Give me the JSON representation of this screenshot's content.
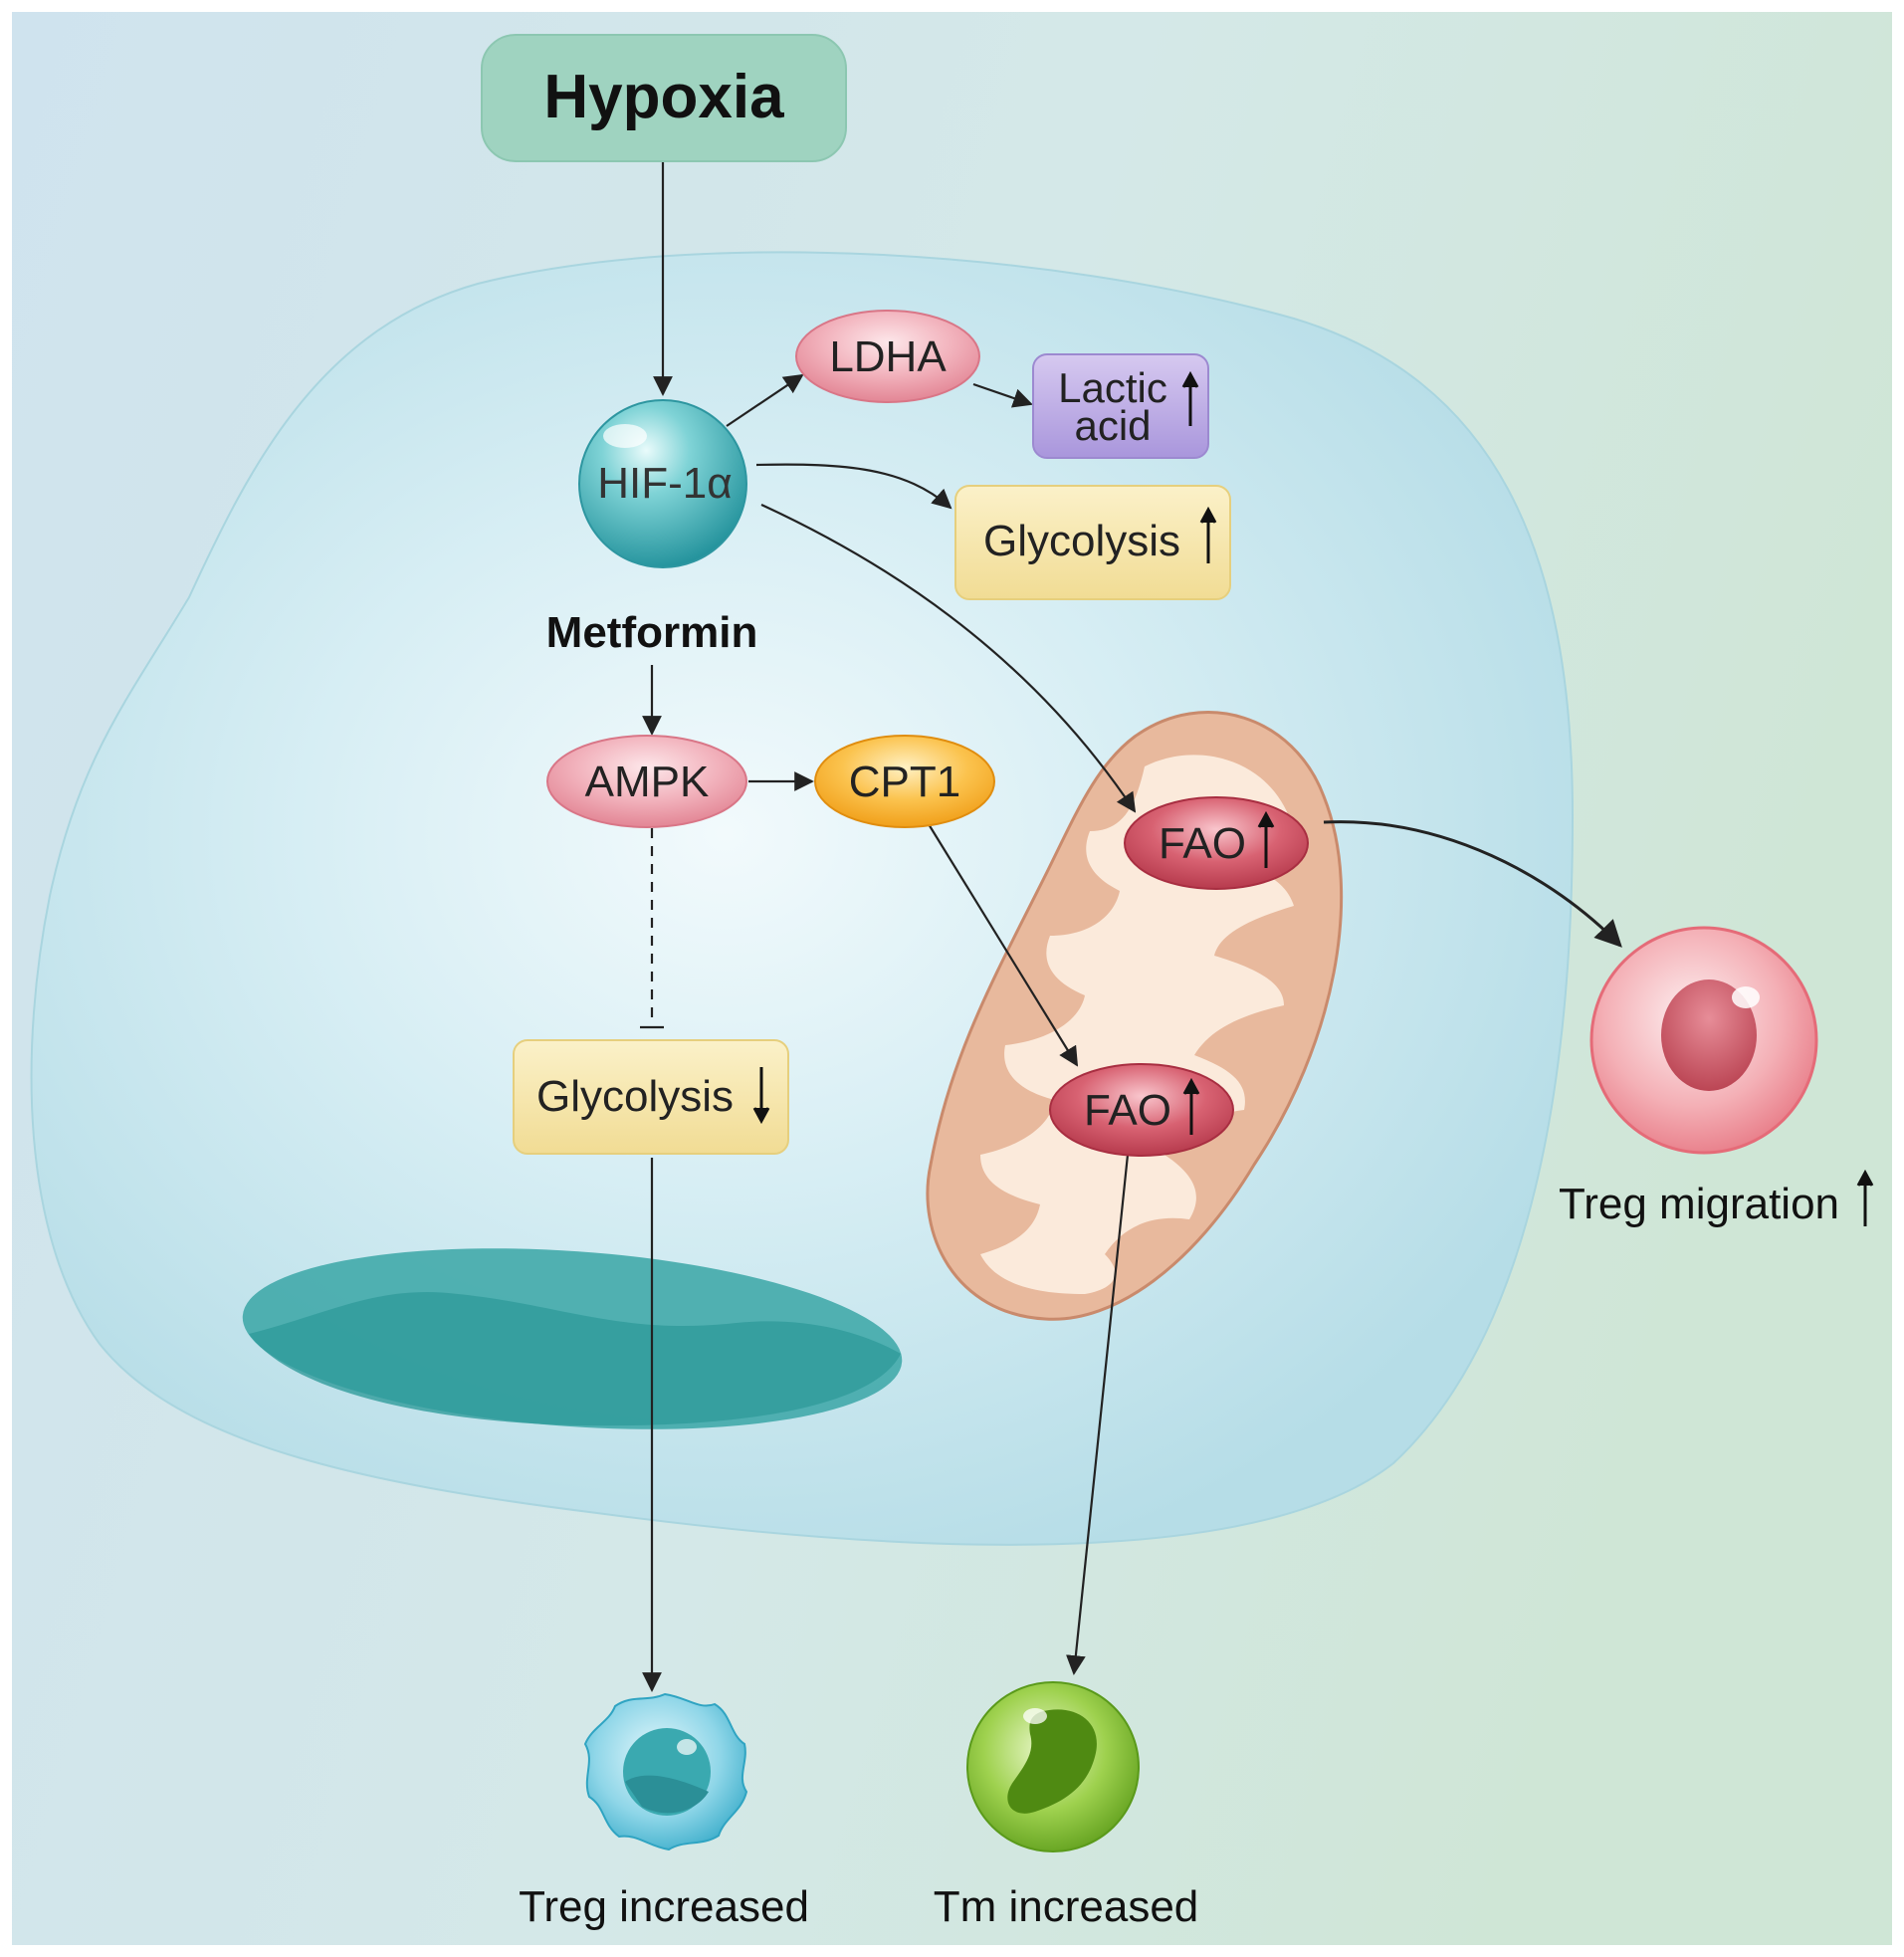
{
  "labels": {
    "hypoxia": "Hypoxia",
    "hif": "HIF-1α",
    "ldha": "LDHA",
    "lactic_line1": "Lactic",
    "lactic_line2": "acid",
    "glycolysis_up": "Glycolysis",
    "metformin": "Metformin",
    "ampk": "AMPK",
    "cpt1": "CPT1",
    "fao_top": "FAO",
    "fao_bottom": "FAO",
    "glycolysis_down": "Glycolysis",
    "treg_migration": "Treg migration",
    "treg_increased": "Treg increased",
    "tm_increased": "Tm increased"
  },
  "colors": {
    "hypoxia_box": "#9fd3c0",
    "hypoxia_text": "#111111",
    "cell_body": "#b9dfe8",
    "nucleus": "#3aa6a6",
    "hif_sphere": "#3fb0b8",
    "pink_node": "#e98a9a",
    "lactic_box": "#b9a6de",
    "glycolysis_box": "#f6e3a4",
    "cpt1_node": "#f5a623",
    "fao_node": "#c4475a",
    "mitochondrion": "#e7b79b",
    "treg_migration_cell": "#ef8a93",
    "treg_cell": "#5cc2d9",
    "tm_cell": "#7bbd2e"
  },
  "icons": {
    "up_arrow": "up-arrow-icon",
    "down_arrow": "down-arrow-icon"
  }
}
